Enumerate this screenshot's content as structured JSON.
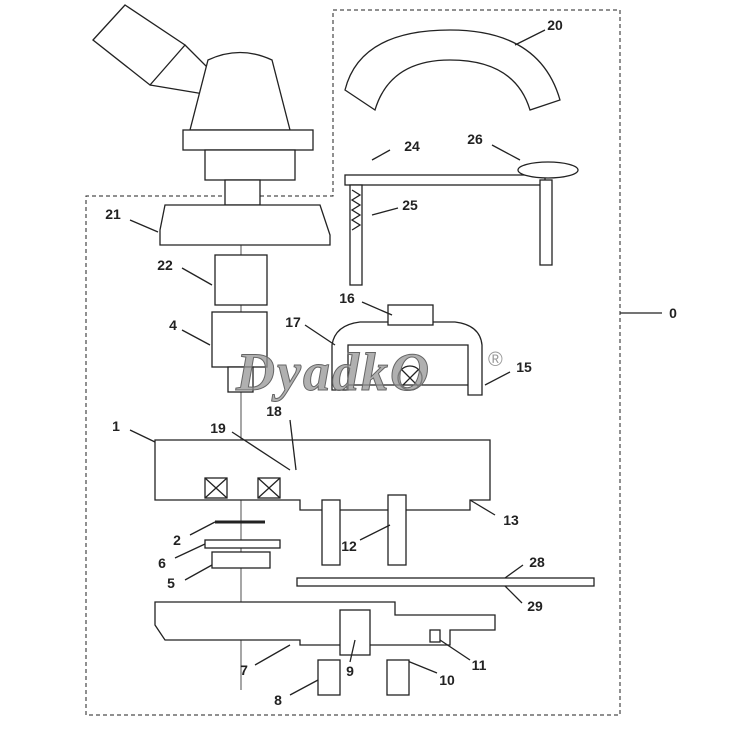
{
  "watermark": {
    "text": "DyadkO",
    "mark": "®"
  },
  "callouts": [
    "0",
    "1",
    "2",
    "4",
    "5",
    "6",
    "7",
    "8",
    "9",
    "10",
    "11",
    "12",
    "13",
    "15",
    "16",
    "17",
    "18",
    "19",
    "20",
    "21",
    "22",
    "24",
    "25",
    "26",
    "28",
    "29"
  ]
}
